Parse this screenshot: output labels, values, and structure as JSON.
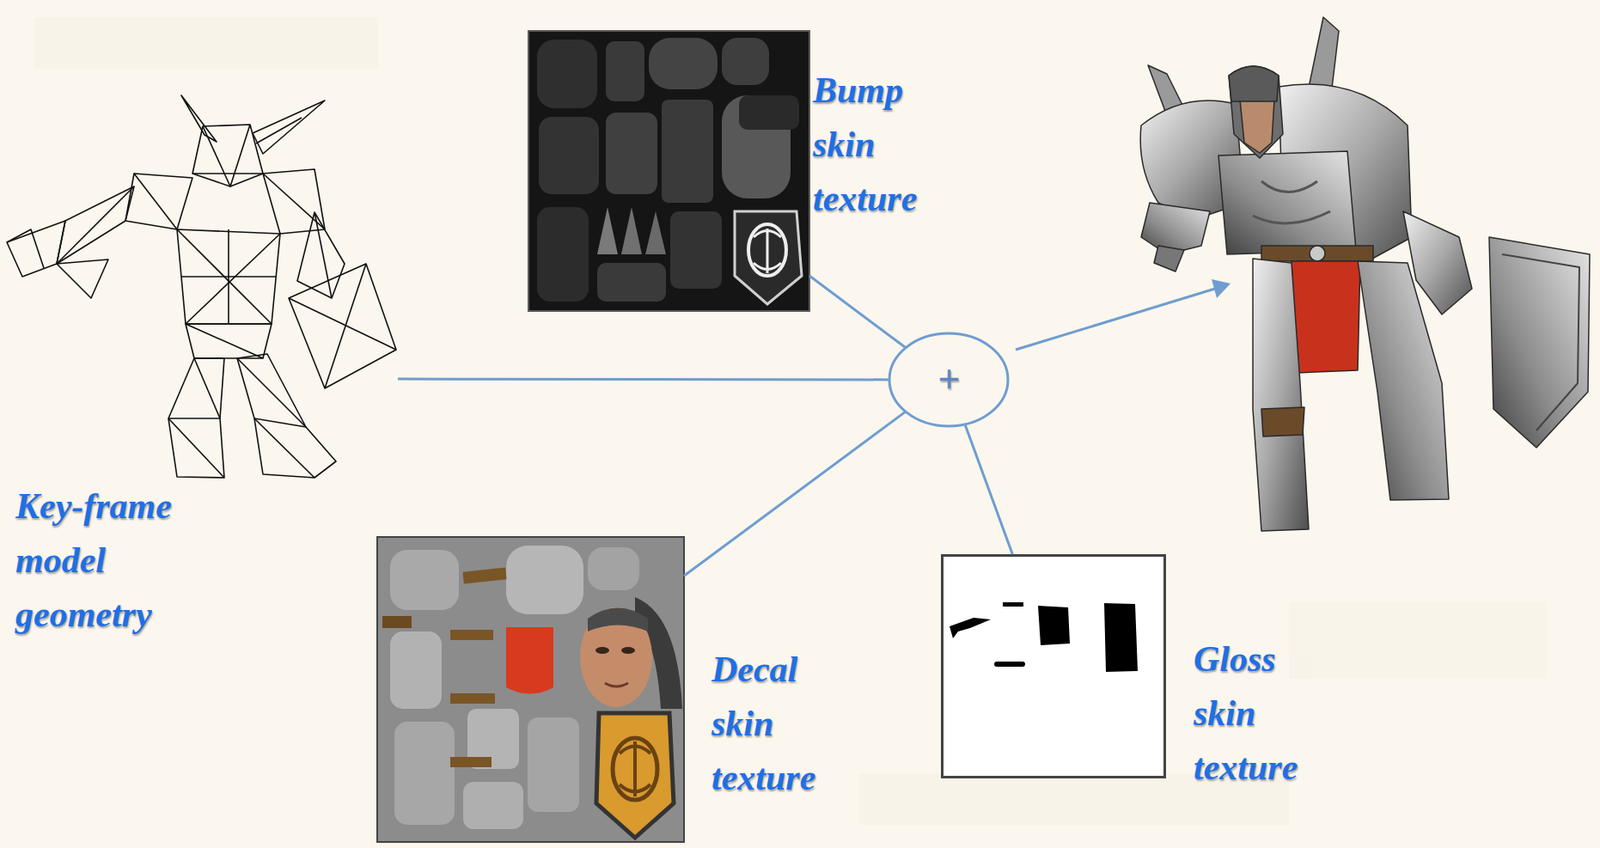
{
  "diagram": {
    "nodes": [
      {
        "text": [
          "Key-frame model geometry"
        ]
      },
      {
        "text": [
          "Bump skin texture"
        ]
      },
      {
        "text": [
          "+"
        ]
      },
      {
        "text": [
          "Decal skin texture"
        ]
      },
      {
        "text": [
          "Gloss skin texture"
        ]
      }
    ],
    "edges": [
      {
        "from": 0,
        "to": 2,
        "arrow": "none"
      },
      {
        "from": 1,
        "to": 2,
        "arrow": "none"
      },
      {
        "from": 3,
        "to": 2,
        "arrow": "none"
      },
      {
        "from": 4,
        "to": 2,
        "arrow": "none"
      }
    ]
  }
}
